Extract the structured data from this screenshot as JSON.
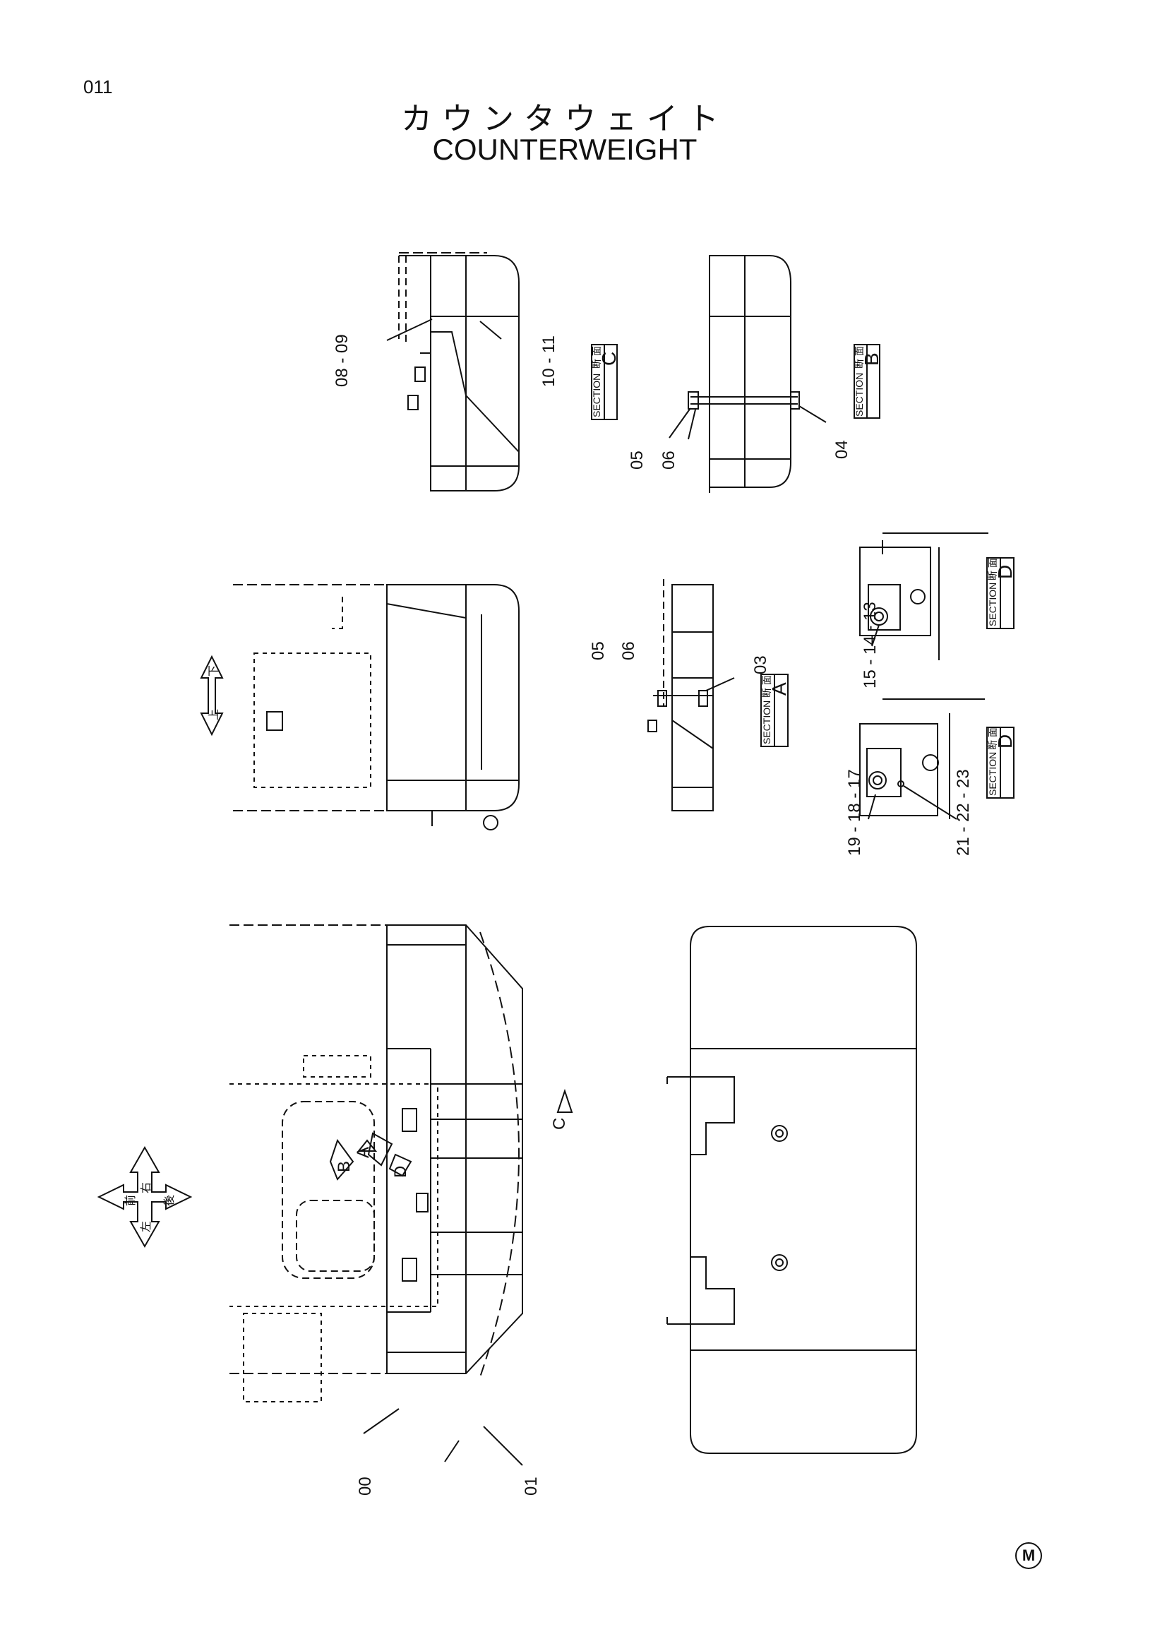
{
  "page_number": "011",
  "title_jp": "カウンタウェイト",
  "title_en": "COUNTERWEIGHT",
  "brand_mark": "M",
  "section_labels": {
    "jp": "断 面",
    "en": "SECTION",
    "a": "A",
    "b": "B",
    "c": "C",
    "d": "D"
  },
  "view_markers": [
    "A",
    "B",
    "C",
    "D"
  ],
  "direction_labels": {
    "up": "上",
    "down": "下",
    "front": "前",
    "rear": "後",
    "left": "左",
    "right": "右"
  },
  "callouts": {
    "c00": "00",
    "c01": "01",
    "c03": "03",
    "c04": "04",
    "c05": "05",
    "c06": "06",
    "c08_09": "08 - 09",
    "c10_11": "10 - 11",
    "c15_14_13": "15 - 14 - 13",
    "c19_18_17": "19 - 18 - 17",
    "c21_22_23": "21 - 22 - 23"
  }
}
